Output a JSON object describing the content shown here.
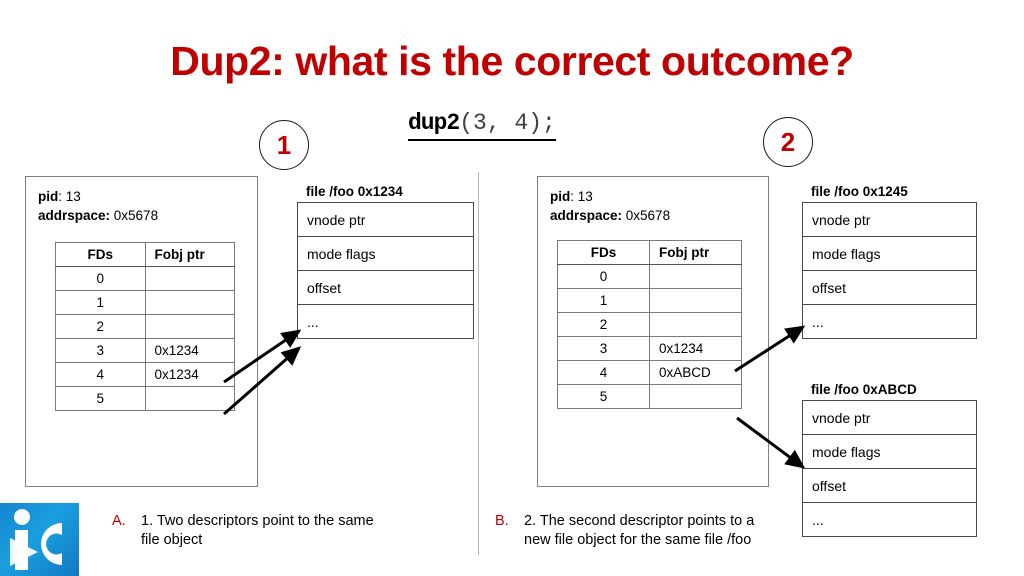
{
  "slide": {
    "title": "Dup2: what is the correct outcome?",
    "call": {
      "fn": "dup2",
      "args": "(3, 4);"
    },
    "marker_1": "1",
    "marker_2": "2",
    "title_color": "#C00000",
    "marker_color": "#C00000"
  },
  "left": {
    "process": {
      "pid_label": "pid",
      "pid_value": ": 13",
      "addrspace_label": "addrspace:",
      "addrspace_value": " 0x5678",
      "table": {
        "headers": [
          "FDs",
          "Fobj ptr"
        ],
        "rows": [
          {
            "fd": "0",
            "ptr": ""
          },
          {
            "fd": "1",
            "ptr": ""
          },
          {
            "fd": "2",
            "ptr": ""
          },
          {
            "fd": "3",
            "ptr": "0x1234"
          },
          {
            "fd": "4",
            "ptr": "0x1234"
          },
          {
            "fd": "5",
            "ptr": ""
          }
        ]
      }
    },
    "fileobj": {
      "caption": "file /foo   0x1234",
      "rows": [
        "vnode ptr",
        "mode flags",
        "offset",
        "..."
      ]
    },
    "answer": {
      "mark": "A.",
      "text": "1. Two descriptors point to the same\nfile object"
    }
  },
  "right": {
    "process": {
      "pid_label": "pid",
      "pid_value": ": 13",
      "addrspace_label": "addrspace:",
      "addrspace_value": " 0x5678",
      "table": {
        "headers": [
          "FDs",
          "Fobj ptr"
        ],
        "rows": [
          {
            "fd": "0",
            "ptr": ""
          },
          {
            "fd": "1",
            "ptr": ""
          },
          {
            "fd": "2",
            "ptr": ""
          },
          {
            "fd": "3",
            "ptr": "0x1234"
          },
          {
            "fd": "4",
            "ptr": "0xABCD"
          },
          {
            "fd": "5",
            "ptr": ""
          }
        ]
      }
    },
    "fileobj_top": {
      "caption": "file /foo   0x1245",
      "rows": [
        "vnode ptr",
        "mode flags",
        "offset",
        "..."
      ]
    },
    "fileobj_bottom": {
      "caption": "file /foo   0xABCD",
      "rows": [
        "vnode ptr",
        "mode flags",
        "offset",
        "..."
      ]
    },
    "answer": {
      "mark": "B.",
      "text": "2. The second descriptor points to a\nnew file object for the same file /foo"
    }
  },
  "logo": {
    "text": "iC"
  }
}
